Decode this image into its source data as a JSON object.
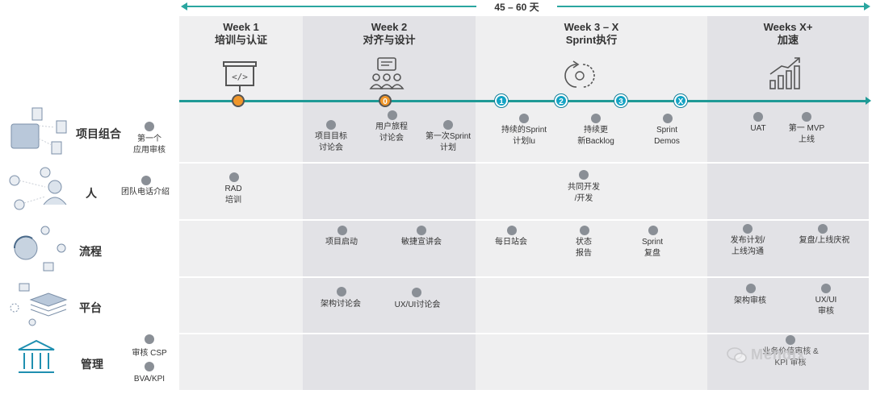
{
  "header": {
    "duration": "45 – 60 天",
    "arrow_color": "#2aa6a0"
  },
  "phases": [
    {
      "title": "Week 1",
      "subtitle": "培训与认证",
      "icon": "presentation-board-icon"
    },
    {
      "title": "Week 2",
      "subtitle": "对齐与设计",
      "icon": "team-discussion-icon"
    },
    {
      "title": "Week 3 – X",
      "subtitle": "Sprint执行",
      "icon": "sprint-cycle-icon"
    },
    {
      "title": "Weeks X+",
      "subtitle": "加速",
      "icon": "growth-chart-icon"
    }
  ],
  "timeline": {
    "nodes": [
      "",
      "0",
      "1",
      "2",
      "3",
      "X"
    ],
    "colors": {
      "orange": "#f0962a",
      "teal": "#14a3c4",
      "line": "#1f9a96"
    }
  },
  "rows": [
    {
      "name": "项目组合",
      "icon": "portfolio-documents-icon"
    },
    {
      "name": "人",
      "icon": "people-icon"
    },
    {
      "name": "流程",
      "icon": "process-cycle-icon"
    },
    {
      "name": "平台",
      "icon": "platform-layers-icon"
    },
    {
      "name": "管理",
      "icon": "governance-building-icon"
    }
  ],
  "pre_items": {
    "portfolio": "第一个\n应用审核",
    "people": "团队电话介绍",
    "gov1": "审核 CSP",
    "gov2": "BVA/KPI"
  },
  "items": {
    "w1_people": "RAD\n培训",
    "w2_portfolio_1": "项目目标\n讨论会",
    "w2_portfolio_2": "用户旅程\n讨论会",
    "w2_portfolio_3": "第一次Sprint\n计划",
    "w2_process_1": "项目启动",
    "w2_process_2": "敏捷宣讲会",
    "w2_platform_1": "架构讨论会",
    "w2_platform_2": "UX/UI讨论会",
    "w3_portfolio_1": "持续的Sprint\n计划lu",
    "w3_portfolio_2": "持续更\n新Backlog",
    "w3_portfolio_3": "Sprint\nDemos",
    "w3_people": "共同开发\n/开发",
    "w3_process_1": "每日站会",
    "w3_process_2": "状态\n报告",
    "w3_process_3": "Sprint\n复盘",
    "w4_portfolio_1": "UAT",
    "w4_portfolio_2": "第一 MVP\n上线",
    "w4_process_1": "发布计划/\n上线沟通",
    "w4_process_2": "复盘/上线庆祝",
    "w4_platform_1": "架构审核",
    "w4_platform_2": "UX/UI\n审核",
    "w4_gov": "业务价值审核 &\nKPI 审核"
  },
  "watermark": "Mendix"
}
